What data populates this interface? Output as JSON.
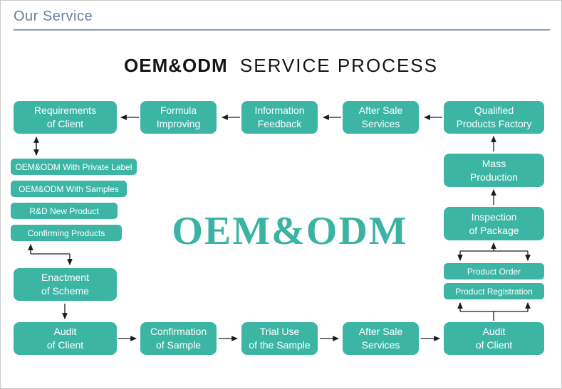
{
  "page": {
    "section_title": "Our Service",
    "title_bold": "OEM&ODM",
    "title_rest": "SERVICE PROCESS",
    "watermark": "OEM&ODM"
  },
  "colors": {
    "box_teal": "#3db5a5",
    "watermark_teal": "#3bb3a3",
    "heading_blue_gray": "#69809e",
    "rule_blue_gray": "#8b9cb4",
    "arrow_black": "#1c1c1c"
  },
  "nodes": {
    "requirements": {
      "line1": "Requirements",
      "line2": "of Client"
    },
    "formula": {
      "line1": "Formula",
      "line2": "Improving"
    },
    "information": {
      "line1": "Information",
      "line2": "Feedback"
    },
    "after_sale_top": {
      "line1": "After Sale",
      "line2": "Services"
    },
    "qualified": {
      "line1": "Qualified",
      "line2": "Products Factory"
    },
    "mass": {
      "line1": "Mass",
      "line2": "Production"
    },
    "inspection": {
      "line1": "Inspection",
      "line2": "of Package"
    },
    "product_order": {
      "label": "Product Order"
    },
    "product_registration": {
      "label": "Product Registration"
    },
    "audit_right": {
      "line1": "Audit",
      "line2": "of Client"
    },
    "after_sale_bottom": {
      "line1": "After Sale",
      "line2": "Services"
    },
    "trial_use": {
      "line1": "Trial Use",
      "line2": "of the Sample"
    },
    "confirmation": {
      "line1": "Confirmation",
      "line2": "of Sample"
    },
    "audit_left": {
      "line1": "Audit",
      "line2": "of Client"
    },
    "enactment": {
      "line1": "Enactment",
      "line2": "of Scheme"
    },
    "option_private_label": {
      "label": "OEM&ODM With Private Label"
    },
    "option_samples": {
      "label": "OEM&ODM With Samples"
    },
    "option_rd": {
      "label": "R&D New Product"
    },
    "option_confirming": {
      "label": "Confirming Products"
    }
  }
}
